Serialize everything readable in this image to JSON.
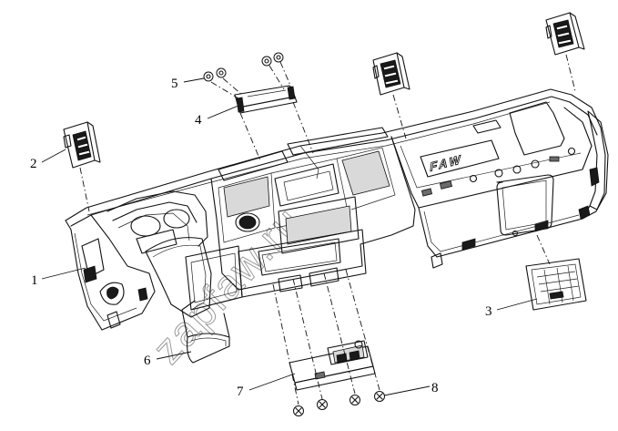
{
  "diagram": {
    "callouts": [
      "1",
      "2",
      "3",
      "4",
      "5",
      "6",
      "7",
      "8"
    ],
    "brand_mark": "FAW",
    "watermark": "zapfaw.ru"
  }
}
